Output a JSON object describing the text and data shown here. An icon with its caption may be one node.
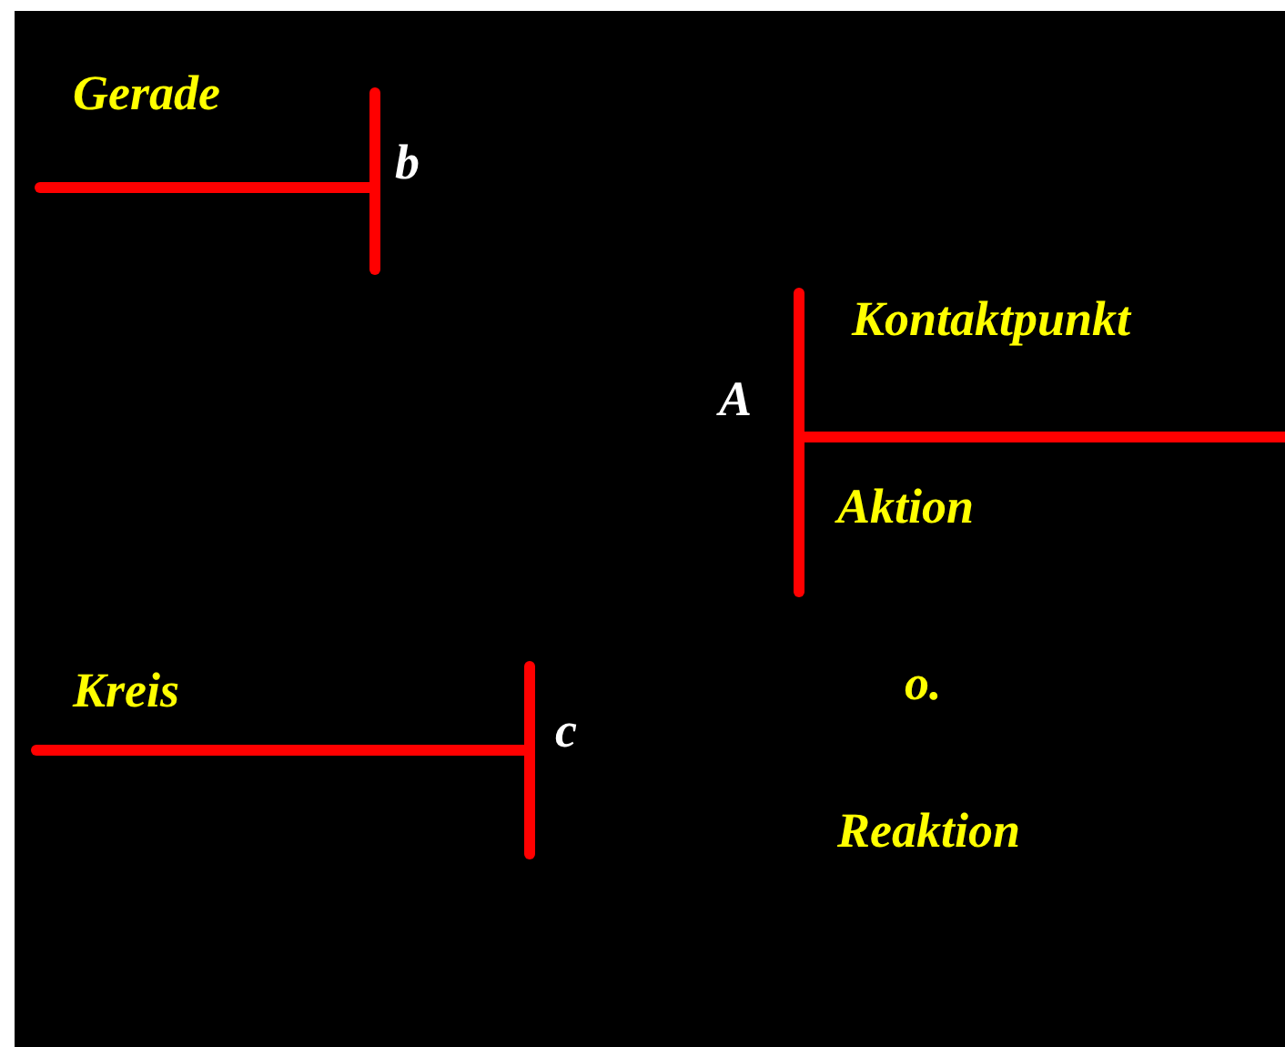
{
  "diagram": {
    "labels": [
      "Gerade",
      "b",
      "Kontaktpunkt",
      "A",
      "Aktion",
      "Kreis",
      "c",
      "o.",
      "Reaktion"
    ]
  }
}
